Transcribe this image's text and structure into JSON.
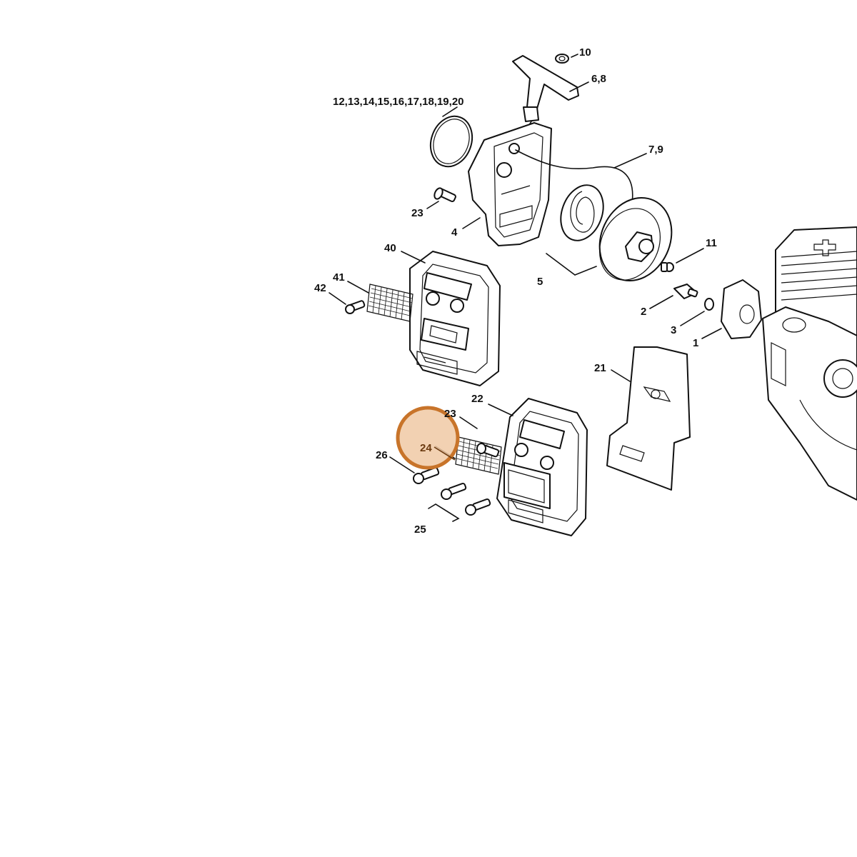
{
  "labels": {
    "l10": "10",
    "l68": "6,8",
    "l1220": "12,13,14,15,16,17,18,19,20",
    "l79": "7,9",
    "l23a": "23",
    "l4": "4",
    "l40": "40",
    "l11": "11",
    "l5": "5",
    "l41": "41",
    "l42": "42",
    "l2": "2",
    "l3": "3",
    "l1": "1",
    "l21": "21",
    "l22": "22",
    "l23b": "23",
    "l24": "24",
    "l26": "26",
    "l25": "25"
  },
  "highlight": {
    "part": "24",
    "color": "#f0c9a4",
    "border": "#c8742a"
  }
}
